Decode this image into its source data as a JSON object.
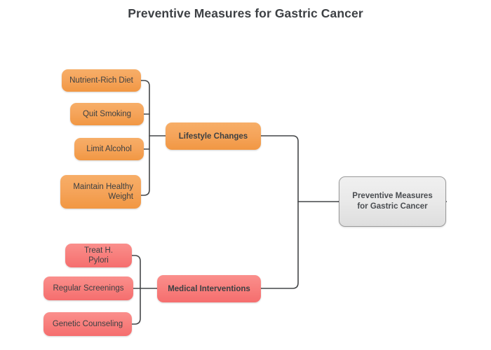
{
  "page": {
    "title": "Preventive Measures for Gastric Cancer",
    "background_color": "#ffffff",
    "connector_color": "#444648",
    "text_color": "#3c4043"
  },
  "mindmap": {
    "orientation": "right-to-left",
    "root": {
      "label": "Preventive Measures\nfor Gastric Cancer",
      "color": "#e9e9e9",
      "border_color": "#9a9a9a",
      "shape": "curly-brace-rounded-rect"
    },
    "branches": [
      {
        "label": "Lifestyle Changes",
        "color": "#f5a45a",
        "children": [
          {
            "label": "Nutrient-Rich Diet",
            "color": "#f5a45a"
          },
          {
            "label": "Quit Smoking",
            "color": "#f5a45a"
          },
          {
            "label": "Limit Alcohol",
            "color": "#f5a45a"
          },
          {
            "label": "Maintain Healthy\nWeight",
            "color": "#f5a45a"
          }
        ]
      },
      {
        "label": "Medical Interventions",
        "color": "#f87f7d",
        "children": [
          {
            "label": "Treat H. Pylori",
            "color": "#f87f7d"
          },
          {
            "label": "Regular Screenings",
            "color": "#f87f7d"
          },
          {
            "label": "Genetic Counseling",
            "color": "#f87f7d"
          }
        ]
      }
    ]
  }
}
